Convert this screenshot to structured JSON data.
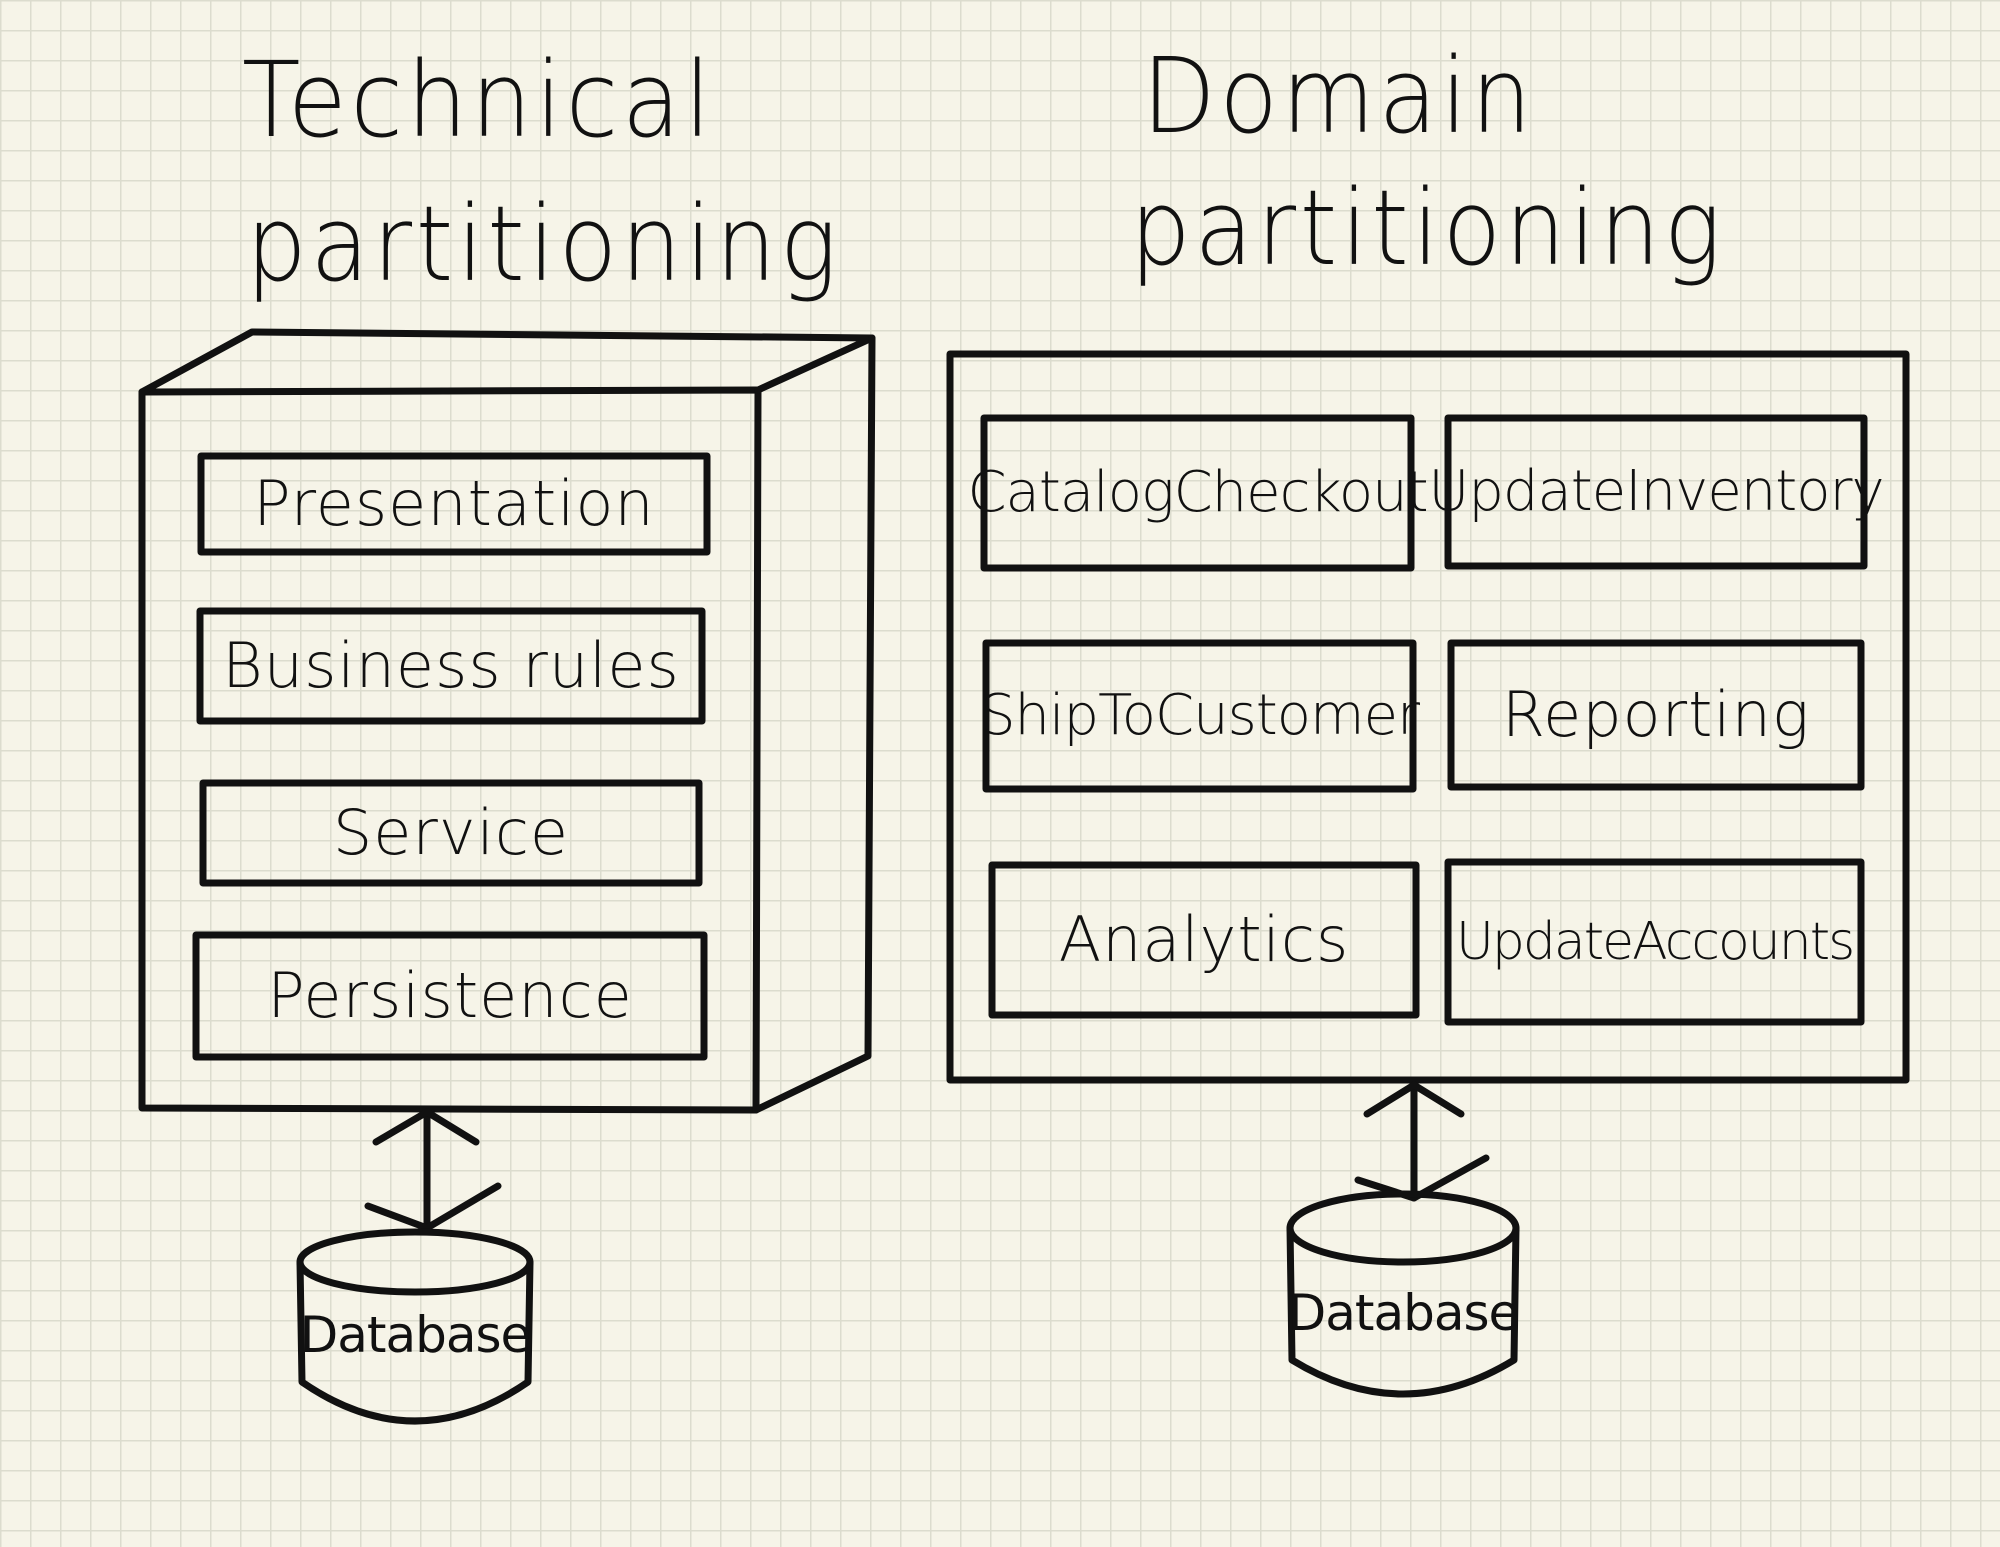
{
  "technical": {
    "title_line1": "Technical",
    "title_line2": "partitioning",
    "layers": [
      {
        "label": "Presentation"
      },
      {
        "label": "Business rules"
      },
      {
        "label": "Service"
      },
      {
        "label": "Persistence"
      }
    ],
    "database_label": "Database"
  },
  "domain": {
    "title_line1": "Domain",
    "title_line2": "partitioning",
    "modules": [
      {
        "label": "CatalogCheckout"
      },
      {
        "label": "UpdateInventory"
      },
      {
        "label": "ShipToCustomer"
      },
      {
        "label": "Reporting"
      },
      {
        "label": "Analytics"
      },
      {
        "label": "UpdateAccounts"
      }
    ],
    "database_label": "Database"
  },
  "colors": {
    "ink": "#111111",
    "paper": "#f6f4e8",
    "grid": "#dcdcce"
  }
}
